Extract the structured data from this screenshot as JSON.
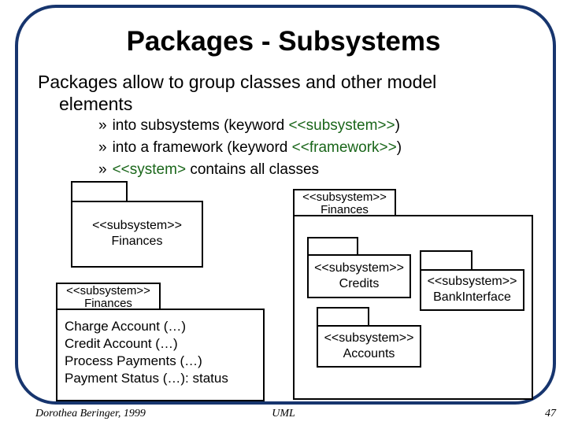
{
  "slide": {
    "title": "Packages - Subsystems",
    "lead_line1": "Packages allow to group classes and other model",
    "lead_line2": "elements",
    "bullet_marker": "»",
    "bullets": [
      {
        "pre": "into subsystems (keyword ",
        "keyword": "<<subsystem>>",
        "post": ")"
      },
      {
        "pre": "into a framework (keyword ",
        "keyword": "<<framework>>",
        "post": ")"
      },
      {
        "pre": "",
        "keyword": "<<system>",
        "post": " contains all classes"
      }
    ],
    "colors": {
      "keyword_green": "#1a661a",
      "border_navy": "#17356e"
    }
  },
  "diagram": {
    "packages": {
      "finances_upper_left": {
        "stereotype": "<<subsystem>>",
        "name": "Finances"
      },
      "finances_right": {
        "stereotype": "<<subsystem>>",
        "name": "Finances"
      },
      "finances_classes": {
        "stereotype": "<<subsystem>>",
        "name": "Finances",
        "classes": [
          "Charge Account (…)",
          "Credit Account (…)",
          "Process Payments (…)",
          "Payment Status (…): status"
        ]
      },
      "credits": {
        "stereotype": "<<subsystem>>",
        "name": "Credits"
      },
      "bank_interface": {
        "stereotype": "<<subsystem>>",
        "name": "BankInterface"
      },
      "accounts": {
        "stereotype": "<<subsystem>>",
        "name": "Accounts"
      }
    }
  },
  "footer": {
    "author": "Dorothea Beringer, 1999",
    "center": "UML",
    "page_number": "47"
  }
}
